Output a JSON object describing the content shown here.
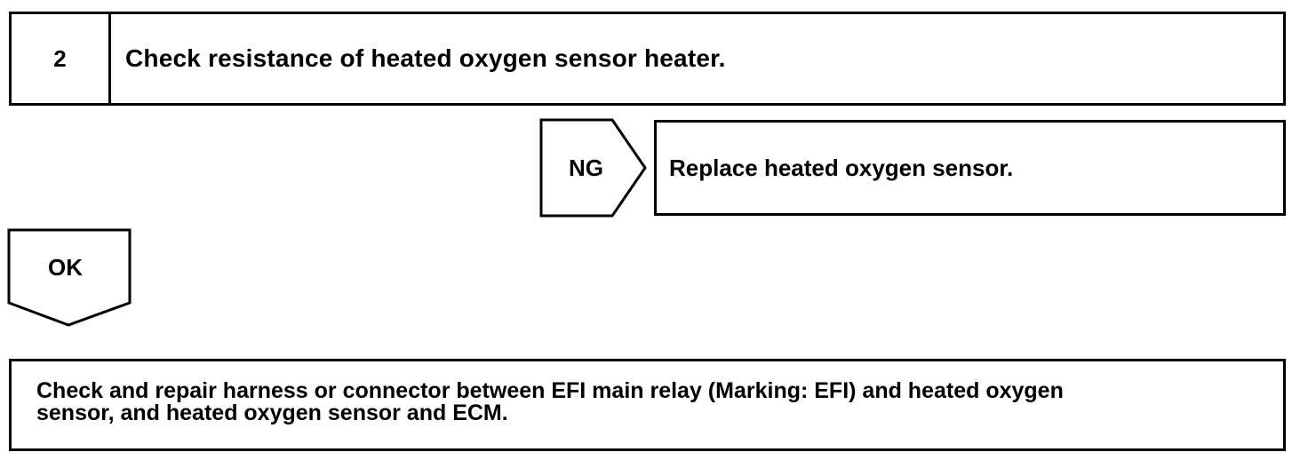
{
  "step": {
    "number": "2",
    "title": "Check resistance of heated oxygen sensor heater."
  },
  "ng_branch": {
    "label": "NG",
    "action": "Replace heated oxygen sensor."
  },
  "ok_branch": {
    "label": "OK"
  },
  "next_action": {
    "line1": "Check and repair harness or connector between EFI main relay (Marking: EFI) and heated oxygen",
    "line2": "sensor, and heated oxygen sensor and ECM."
  }
}
